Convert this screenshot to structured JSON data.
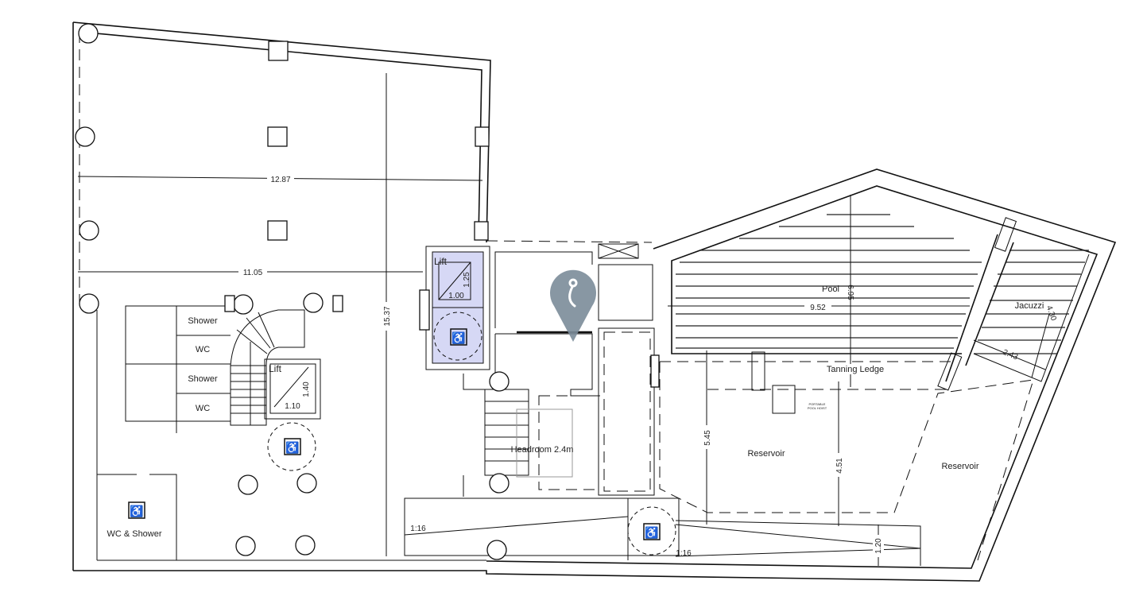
{
  "colors": {
    "lift_fill": "#d6d8f5",
    "marker": "#7b8c99",
    "line": "#111111"
  },
  "marker_icon": "location-pin-icon",
  "dimensions": {
    "width_top": "12.87",
    "width_mid": "11.05",
    "height_left": "15.37",
    "lift1_h": "1.25",
    "lift1_w": "1.00",
    "lift2_h": "1.40",
    "lift2_w": "1.10",
    "pool_h": "6.95",
    "pool_w": "9.52",
    "jacuzzi_h": "4.30",
    "jacuzzi_w": "2.43",
    "res_h": "5.45",
    "res_h2": "4.51",
    "ramp_w": "1.20"
  },
  "rooms": {
    "lift1": "Lift",
    "lift2": "Lift",
    "shower1": "Shower",
    "wc1": "WC",
    "shower2": "Shower",
    "wc2": "WC",
    "wc_shower": "WC & Shower",
    "headroom": "Headroom 2.4m",
    "pool": "Pool",
    "jacuzzi": "Jacuzzi",
    "tanning": "Tanning Ledge",
    "hoist_1": "PORTABLE",
    "hoist_2": "POOL HOIST",
    "reservoir1": "Reservoir",
    "reservoir2": "Reservoir",
    "slope1": "1:16",
    "slope2": "1:16"
  }
}
